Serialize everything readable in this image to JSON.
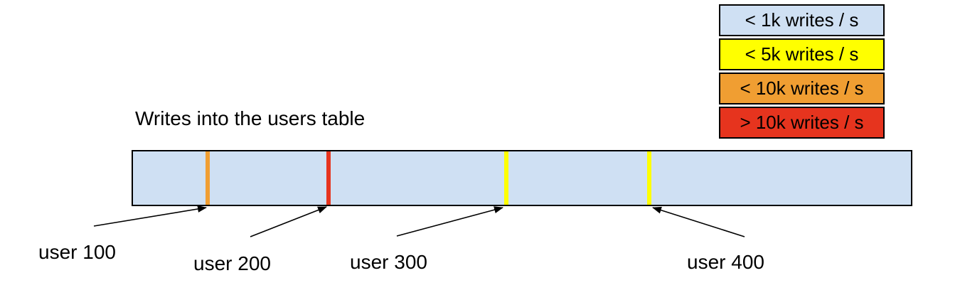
{
  "title": "Writes into the users table",
  "legend": {
    "items": [
      {
        "id": "lt-1k",
        "label": "< 1k writes / s",
        "color": "#cfe0f3"
      },
      {
        "id": "lt-5k",
        "label": "< 5k writes / s",
        "color": "#ffff00"
      },
      {
        "id": "lt-10k",
        "label": "< 10k writes / s",
        "color": "#f09e32"
      },
      {
        "id": "gt-10k",
        "label": "> 10k writes / s",
        "color": "#e6341e"
      }
    ]
  },
  "table_bar": {
    "fill": "#cfe0f3",
    "border_color": "#000000",
    "markers": [
      {
        "user": "user 100",
        "color": "#f09e32",
        "band": "< 10k writes / s"
      },
      {
        "user": "user 200",
        "color": "#e6341e",
        "band": "> 10k writes / s"
      },
      {
        "user": "user 300",
        "color": "#ffff00",
        "band": "< 5k writes / s"
      },
      {
        "user": "user 400",
        "color": "#ffff00",
        "band": "< 5k writes / s"
      }
    ]
  },
  "callouts": [
    {
      "label": "user 100"
    },
    {
      "label": "user 200"
    },
    {
      "label": "user 300"
    },
    {
      "label": "user 400"
    }
  ]
}
